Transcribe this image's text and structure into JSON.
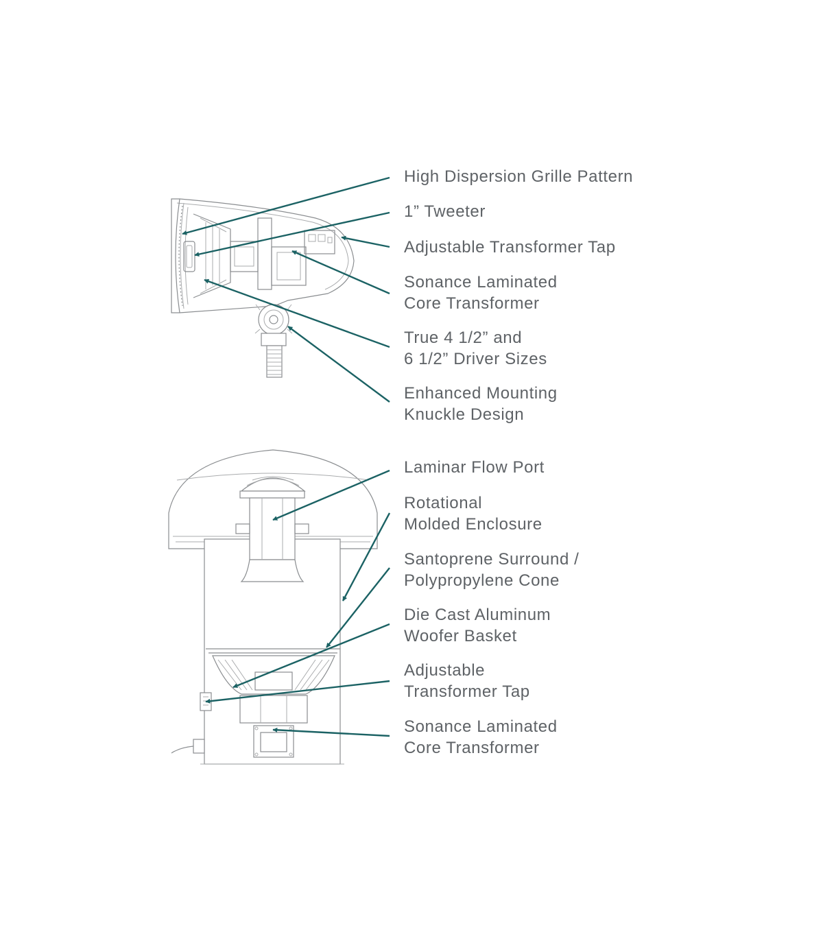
{
  "colors": {
    "accent": "#1b6264",
    "label_text": "#5e6266",
    "drawing": "#8a8d90"
  },
  "top_speaker": {
    "callouts": [
      {
        "lines": [
          "High Dispersion Grille Pattern"
        ]
      },
      {
        "lines": [
          "1” Tweeter"
        ]
      },
      {
        "lines": [
          "Adjustable Transformer Tap"
        ]
      },
      {
        "lines": [
          "Sonance Laminated",
          "Core Transformer"
        ]
      },
      {
        "lines": [
          "True 4 1/2” and",
          "6 1/2” Driver Sizes"
        ]
      },
      {
        "lines": [
          "Enhanced Mounting",
          "Knuckle Design"
        ]
      }
    ]
  },
  "bottom_speaker": {
    "callouts": [
      {
        "lines": [
          "Laminar Flow Port"
        ]
      },
      {
        "lines": [
          "Rotational",
          "Molded Enclosure"
        ]
      },
      {
        "lines": [
          "Santoprene Surround /",
          "Polypropylene Cone"
        ]
      },
      {
        "lines": [
          "Die Cast Aluminum",
          "Woofer Basket"
        ]
      },
      {
        "lines": [
          "Adjustable",
          "Transformer Tap"
        ]
      },
      {
        "lines": [
          "Sonance Laminated",
          "Core Transformer"
        ]
      }
    ]
  }
}
